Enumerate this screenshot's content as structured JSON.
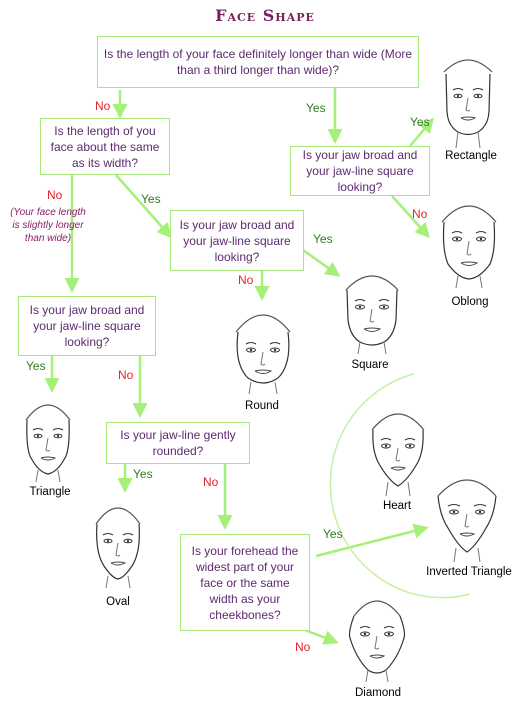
{
  "title": "Face Shape",
  "questions": {
    "q1": "Is the length of your face definitely longer than wide (More than a third longer than wide)?",
    "q2": "Is the length of you face about the same as its width?",
    "q3": "Is your jaw broad and your jaw-line square looking?",
    "q4": "Is your jaw broad and your jaw-line square looking?",
    "q5": "Is your jaw broad and your jaw-line square looking?",
    "q6": "Is your jaw-line gently rounded?",
    "q7": "Is your forehead the widest part of your face or the same width as your cheekbones?"
  },
  "note": "(Your face length is slightly longer than wide)",
  "answers": {
    "yes": "Yes",
    "no": "No"
  },
  "shapes": {
    "rectangle": "Rectangle",
    "oblong": "Oblong",
    "square": "Square",
    "round": "Round",
    "triangle": "Triangle",
    "oval": "Oval",
    "heart": "Heart",
    "inverted_triangle": "Inverted Triangle",
    "diamond": "Diamond"
  },
  "colors": {
    "box_border": "#a6e87a",
    "arrow": "#a6f07a",
    "question_text": "#5d2a70",
    "yes": "#2e7d1b",
    "no": "#e4232b",
    "title": "#7a1f5c"
  }
}
